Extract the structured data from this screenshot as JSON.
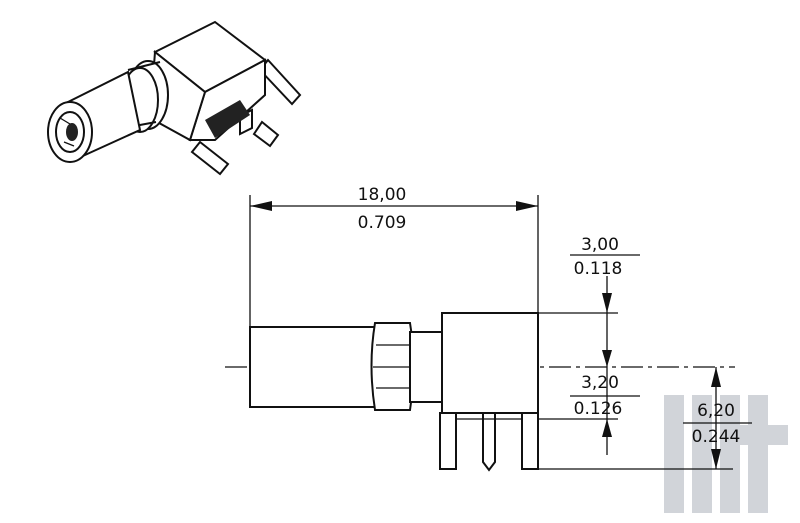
{
  "dimensions": {
    "overall_length": {
      "mm": "18,00",
      "inch": "0.709"
    },
    "upper_offset": {
      "mm": "3,00",
      "inch": "0.118"
    },
    "lower_offset": {
      "mm": "3,20",
      "inch": "0.126"
    },
    "total_height": {
      "mm": "6,20",
      "inch": "0.244"
    }
  },
  "colors": {
    "line": "#111111",
    "watermark": "#c9cdd3"
  }
}
